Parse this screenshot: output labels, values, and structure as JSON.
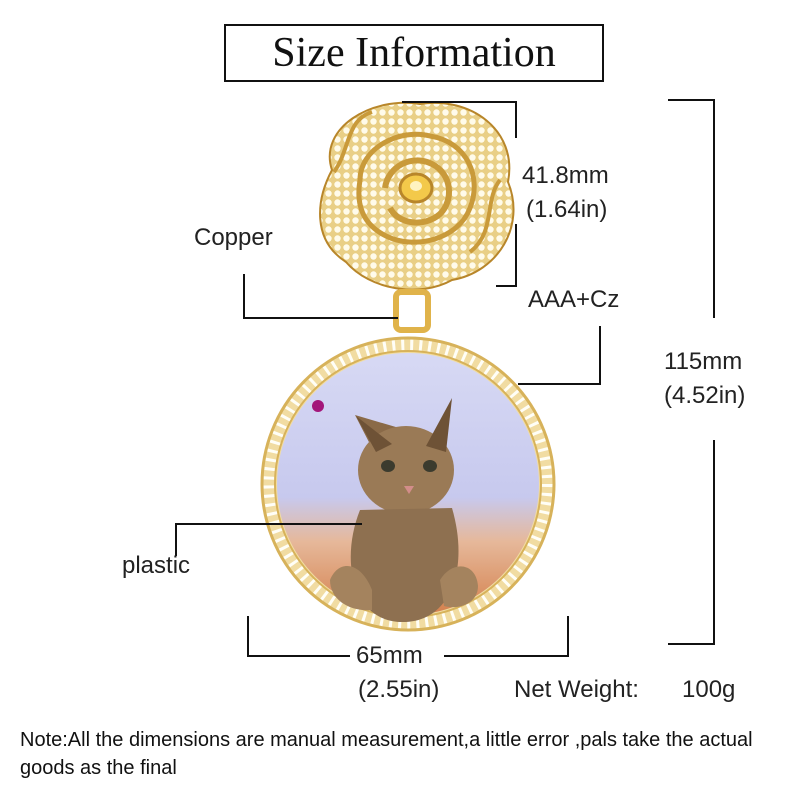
{
  "title": "Size Information",
  "labels": {
    "rose_size_mm": "41.8mm",
    "rose_size_in": "(1.64in)",
    "copper": "Copper",
    "aaa_cz": "AAA+Cz",
    "total_mm": "115mm",
    "total_in": "(4.52in)",
    "plastic": "plastic",
    "width_mm": "65mm",
    "width_in": "(2.55in)",
    "net_weight_label": "Net Weight:",
    "net_weight_value": "100g"
  },
  "note": "Note:All the dimensions are manual measurement,a little error ,pals take the actual goods as the final",
  "colors": {
    "gold": "#e8c25a",
    "gold_dark": "#b8862a",
    "photo_sky": "#c9cdf0",
    "photo_floor": "#d98f5e",
    "line": "#111111"
  }
}
